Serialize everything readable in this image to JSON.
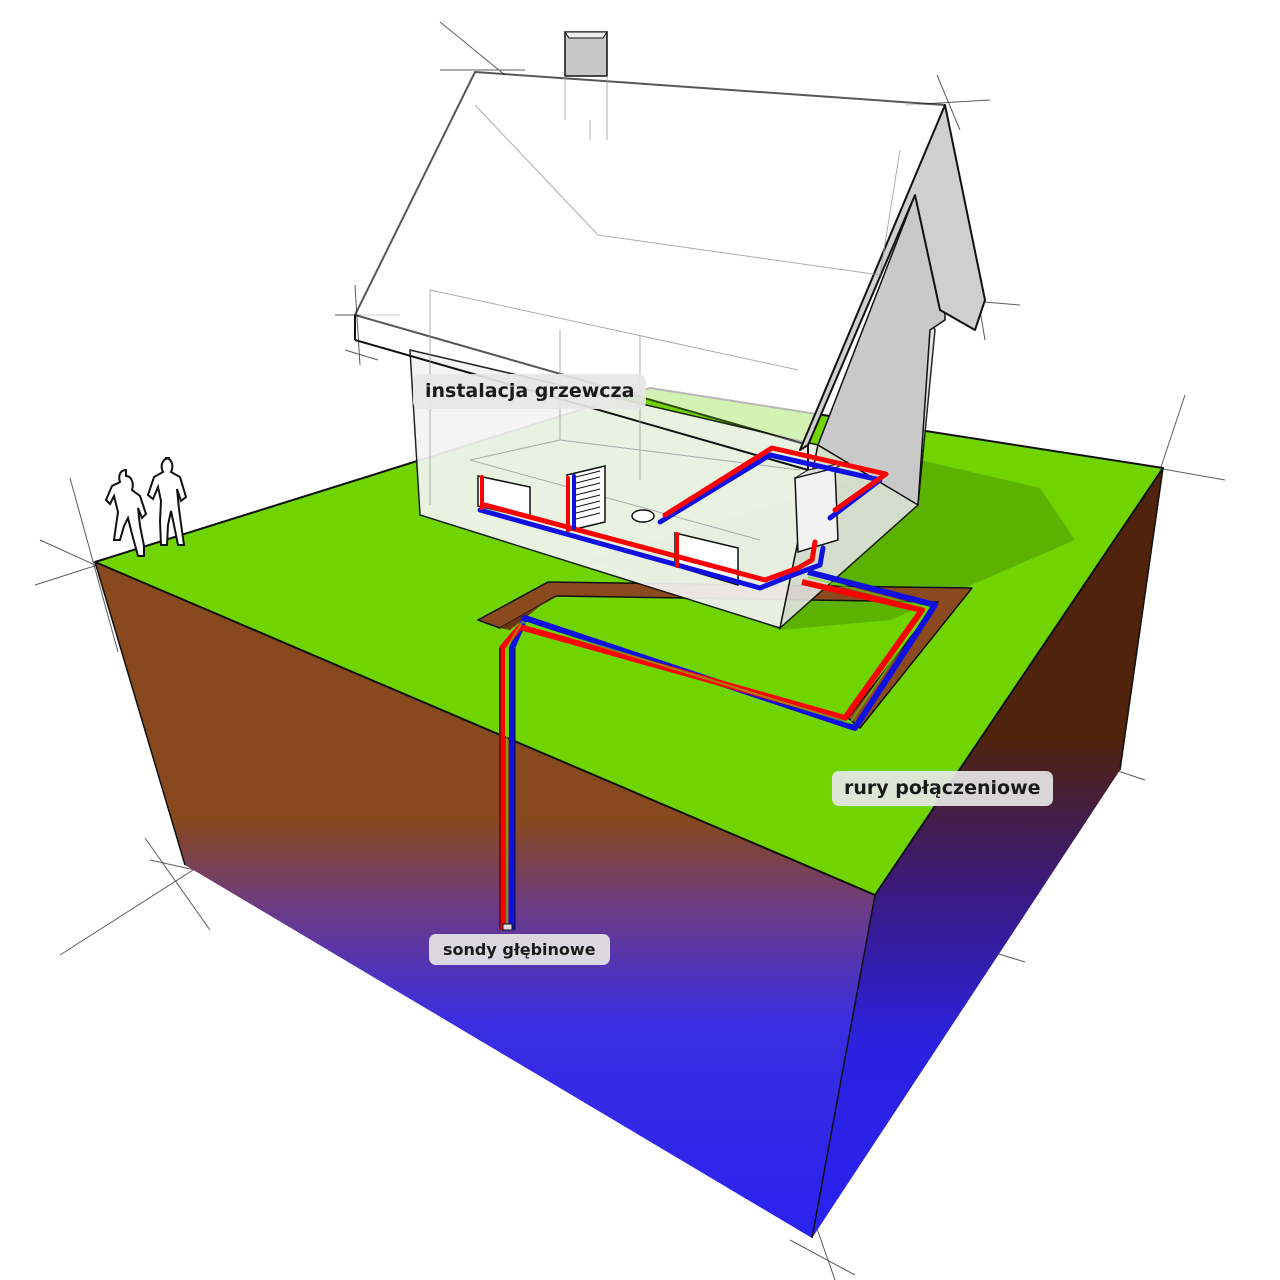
{
  "labels": {
    "heating_installation": "instalacja grzewcza",
    "connection_pipes": "rury połączeniowe",
    "deep_probes": "sondy głębinowe"
  },
  "colors": {
    "grass": "#6fd400",
    "soil": "#87491d",
    "soil_dark": "#4f230c",
    "groundwater": "#2a22f0",
    "supply_pipe": "#ff0000",
    "return_pipe": "#1010e0",
    "house_wall": "#f2f2f2",
    "roof_side": "#c8c8c8"
  },
  "icons": {
    "people": "people-silhouette-icon",
    "heat_pump": "heat-pump-unit-icon",
    "radiator": "radiator-icon"
  }
}
